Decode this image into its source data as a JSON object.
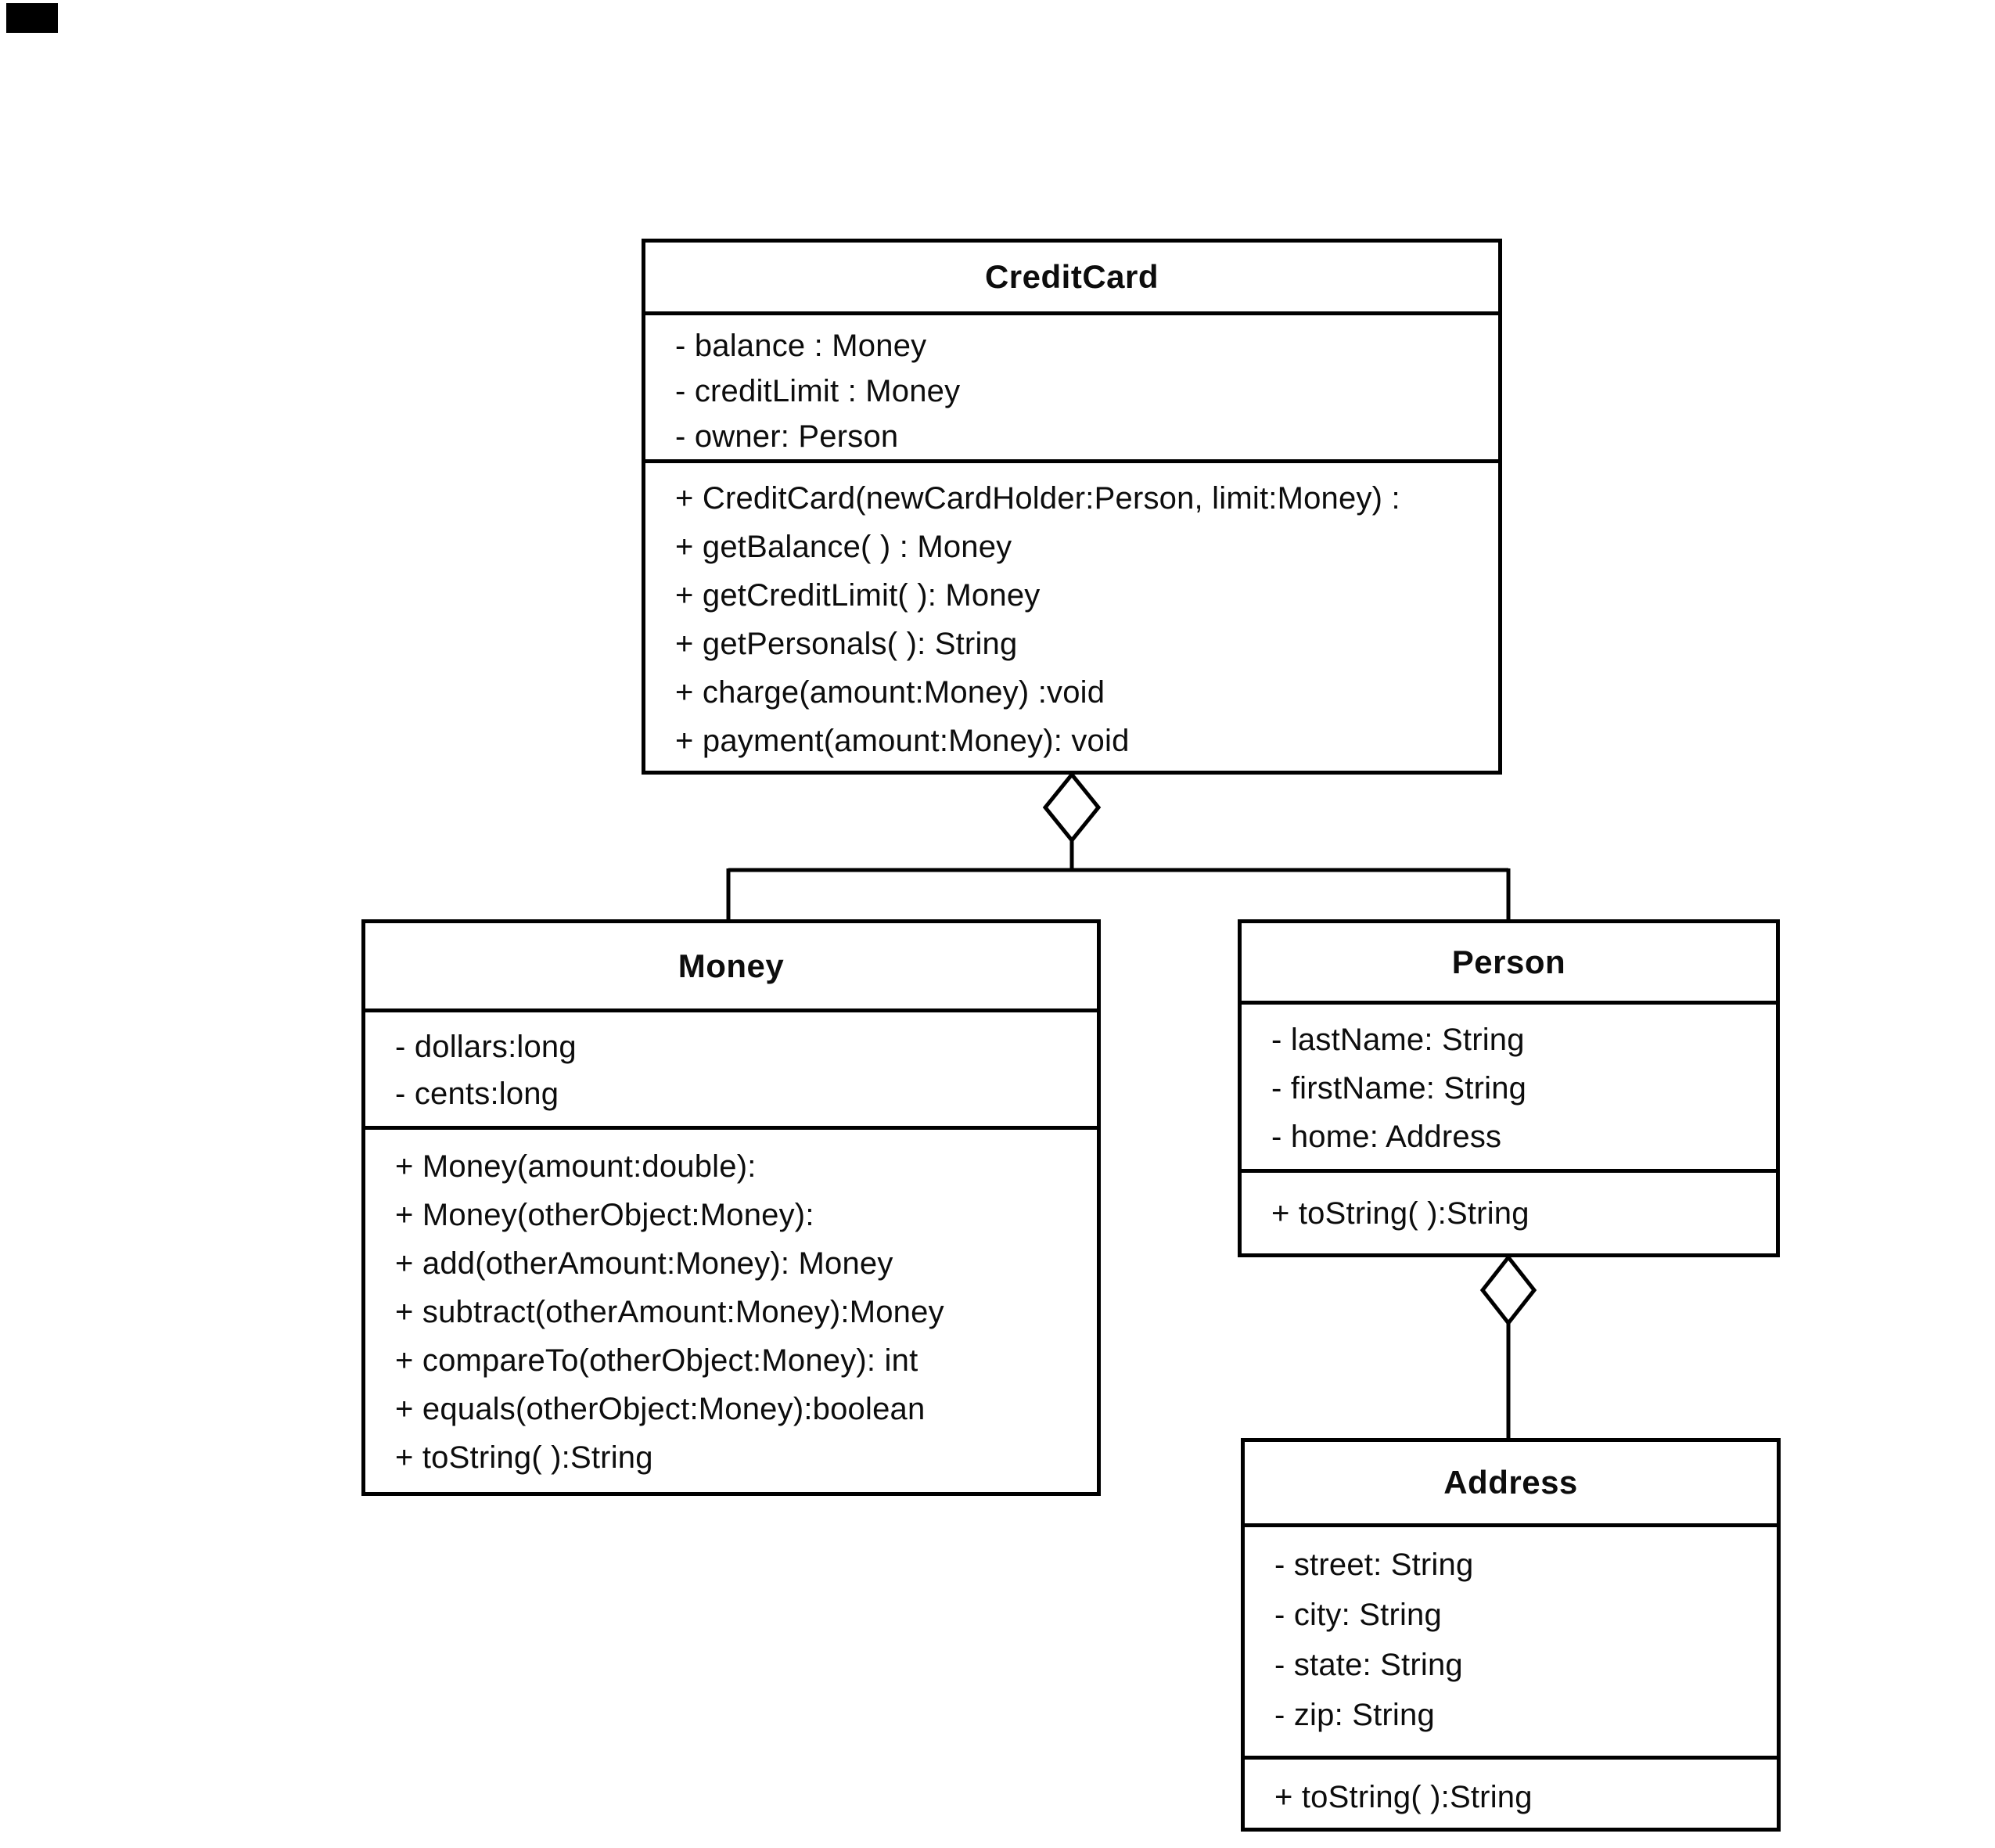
{
  "diagram": {
    "kind": "uml-class-diagram",
    "colors": {
      "stroke": "#000000",
      "background": "#ffffff",
      "text": "#0d0d0d"
    }
  },
  "classes": {
    "creditCard": {
      "name": "CreditCard",
      "attributes": [
        "- balance : Money",
        "- creditLimit : Money",
        "- owner: Person"
      ],
      "methods": [
        "+ CreditCard(newCardHolder:Person, limit:Money) :",
        "+ getBalance( ) : Money",
        "+ getCreditLimit( ): Money",
        "+ getPersonals( ): String",
        "+ charge(amount:Money) :void",
        "+ payment(amount:Money): void"
      ]
    },
    "money": {
      "name": "Money",
      "attributes": [
        "- dollars:long",
        "- cents:long"
      ],
      "methods": [
        "+ Money(amount:double):",
        "+ Money(otherObject:Money):",
        "+ add(otherAmount:Money): Money",
        "+ subtract(otherAmount:Money):Money",
        "+ compareTo(otherObject:Money): int",
        "+ equals(otherObject:Money):boolean",
        "+ toString( ):String"
      ]
    },
    "person": {
      "name": "Person",
      "attributes": [
        "- lastName: String",
        "- firstName: String",
        "- home: Address"
      ],
      "methods": [
        "+ toString( ):String"
      ]
    },
    "address": {
      "name": "Address",
      "attributes": [
        "- street: String",
        "- city: String",
        "- state: String",
        "- zip: String"
      ],
      "methods": [
        "+ toString( ):String"
      ]
    }
  },
  "relationships": [
    {
      "type": "aggregation",
      "owner": "CreditCard",
      "parts": [
        "Money",
        "Person"
      ]
    },
    {
      "type": "aggregation",
      "owner": "Person",
      "parts": [
        "Address"
      ]
    }
  ]
}
